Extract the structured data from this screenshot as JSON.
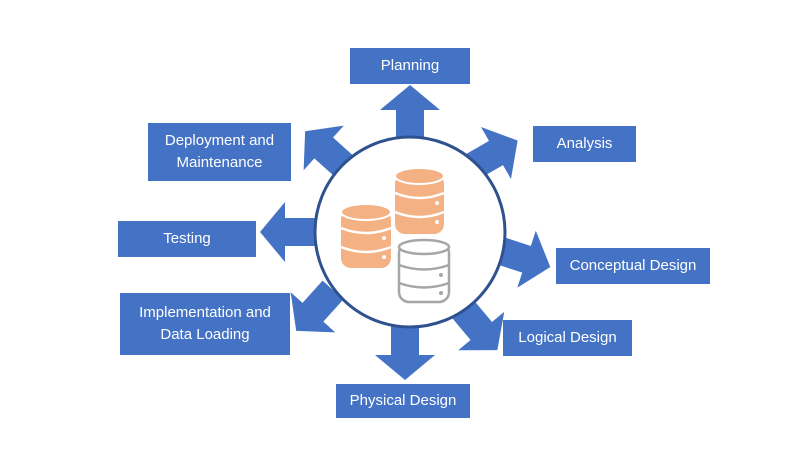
{
  "colors": {
    "box_fill": "#4472c4",
    "arrow_fill": "#4472c4",
    "circle_stroke": "#2f528f",
    "db_orange": "#f4b183",
    "db_gray_outline": "#a6a6a6",
    "text": "#ffffff"
  },
  "center_icon": "database-stack-icon",
  "stages": {
    "planning": "Planning",
    "analysis": "Analysis",
    "conceptual_design": "Conceptual Design",
    "logical_design": "Logical Design",
    "physical_design": "Physical Design",
    "implementation": "Implementation and\nData Loading",
    "testing": "Testing",
    "deployment": "Deployment and\nMaintenance"
  }
}
